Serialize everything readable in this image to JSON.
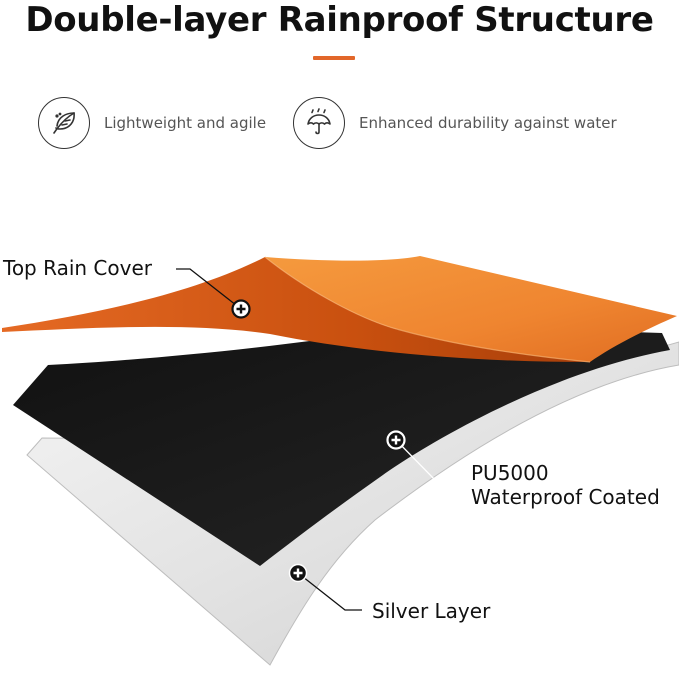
{
  "header": {
    "title": "Double-layer Rainproof Structure"
  },
  "features": [
    {
      "icon": "feather-icon",
      "label": "Lightweight and agile"
    },
    {
      "icon": "umbrella-rain-icon",
      "label": "Enhanced durability against water"
    }
  ],
  "layers": {
    "top": {
      "line1": "Top Rain Cover"
    },
    "middle": {
      "line1": "PU5000",
      "line2": "Waterproof Coated"
    },
    "bottom": {
      "line1": "Silver Layer"
    }
  },
  "colors": {
    "accent": "#e2672a",
    "orange_light": "#f0923a",
    "orange_dark": "#c04a14",
    "black_layer": "#1c1c1c",
    "silver_layer": "#e9e9e9"
  }
}
